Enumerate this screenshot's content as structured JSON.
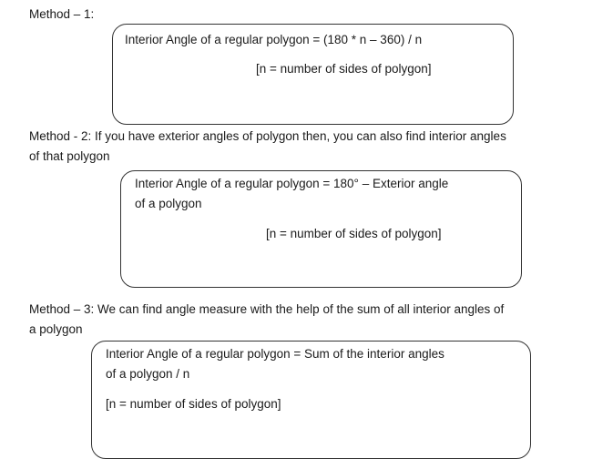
{
  "method1": {
    "heading": "Method – 1:",
    "formula": "Interior Angle of a regular polygon = (180 * n – 360) / n",
    "note": "[n = number of sides of polygon]"
  },
  "method2": {
    "heading_line1": "Method - 2: If you have exterior angles of polygon then, you can also find interior angles",
    "heading_line2": "of that polygon",
    "formula_line1": "Interior Angle of a regular polygon = 180° – Exterior angle",
    "formula_line2": "of a polygon",
    "note": "[n = number of sides of polygon]"
  },
  "method3": {
    "heading_line1": "Method – 3: We can find angle measure with the help of the sum of all interior angles of",
    "heading_line2": "a polygon",
    "formula_line1": "Interior Angle of a regular polygon = Sum of the interior angles",
    "formula_line2": "of a polygon / n",
    "note": "[n = number of sides of polygon]"
  }
}
